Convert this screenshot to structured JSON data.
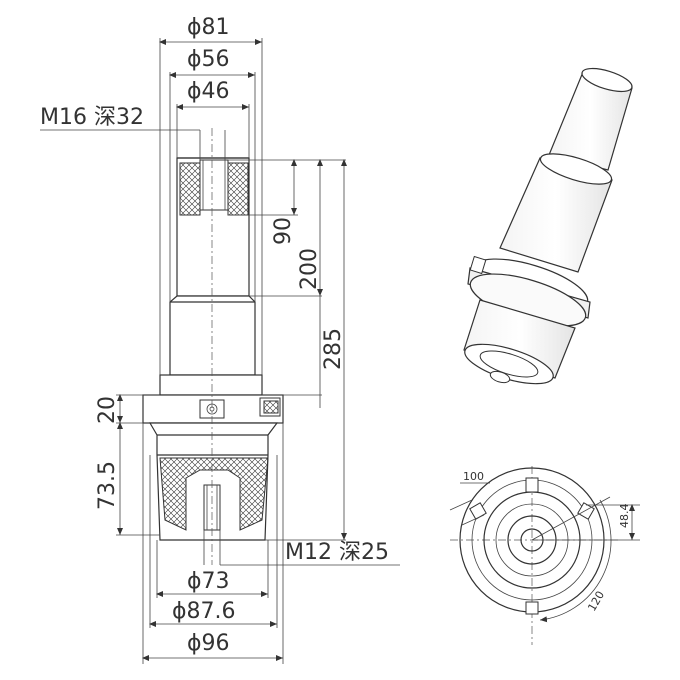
{
  "dimensions": {
    "phi81": "ϕ81",
    "phi56": "ϕ56",
    "phi46": "ϕ46",
    "thread_top": "M16 深32",
    "h90": "90",
    "h200": "200",
    "h285": "285",
    "h20": "20",
    "h73_5": "73.5",
    "thread_bottom": "M12 深25",
    "phi73": "ϕ73",
    "phi87_6": "ϕ87.6",
    "phi96": "ϕ96",
    "top_view_100": "100",
    "top_view_48_4": "48.4",
    "top_view_120": "120"
  }
}
